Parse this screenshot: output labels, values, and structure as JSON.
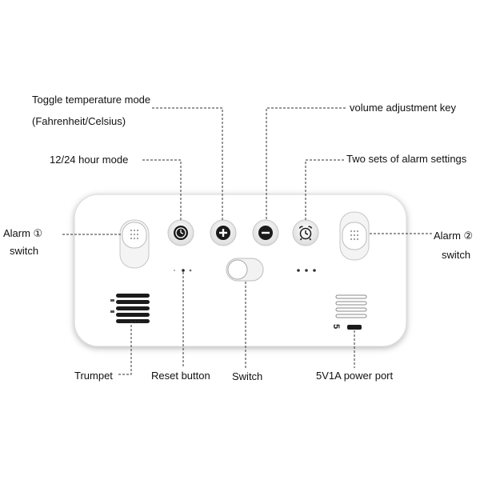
{
  "labels": {
    "toggle_temp_line1": "Toggle temperature mode",
    "toggle_temp_line2": "(Fahrenheit/Celsius)",
    "volume_key": "volume adjustment key",
    "hour_mode": "12/24 hour mode",
    "two_alarm_sets": "Two sets of alarm settings",
    "alarm1_line1": "Alarm ①",
    "alarm1_line2": "switch",
    "alarm2_line1": "Alarm ②",
    "alarm2_line2": "switch",
    "trumpet": "Trumpet",
    "reset_button": "Reset button",
    "switch": "Switch",
    "power_port": "5V1A power port"
  },
  "device": {
    "port_mark": "5"
  },
  "icons": {
    "mode_button": "clock-icon",
    "plus_button": "plus-icon",
    "minus_button": "minus-icon",
    "alarm_button": "alarm-clock-icon"
  },
  "colors": {
    "leader_line": "#333333",
    "device_body": "#ffffff",
    "button_dark": "#1b1b1b",
    "background": "#ffffff"
  }
}
